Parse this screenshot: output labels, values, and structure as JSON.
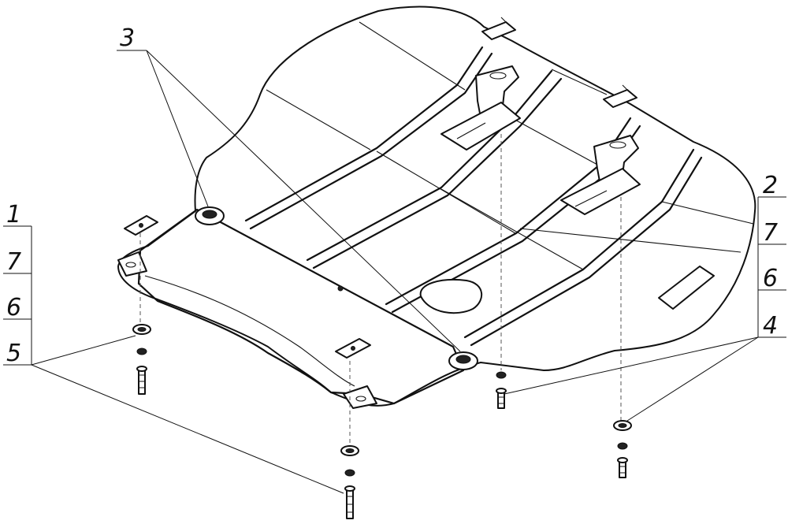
{
  "drawing": {
    "colors": {
      "line": "#111111",
      "background": "#ffffff"
    },
    "callouts": [
      {
        "id": "c1",
        "label": "1"
      },
      {
        "id": "c7a",
        "label": "7"
      },
      {
        "id": "c6a",
        "label": "6"
      },
      {
        "id": "c5",
        "label": "5"
      },
      {
        "id": "c3",
        "label": "3"
      },
      {
        "id": "c2",
        "label": "2"
      },
      {
        "id": "c7b",
        "label": "7"
      },
      {
        "id": "c6b",
        "label": "6"
      },
      {
        "id": "c4",
        "label": "4"
      }
    ]
  }
}
